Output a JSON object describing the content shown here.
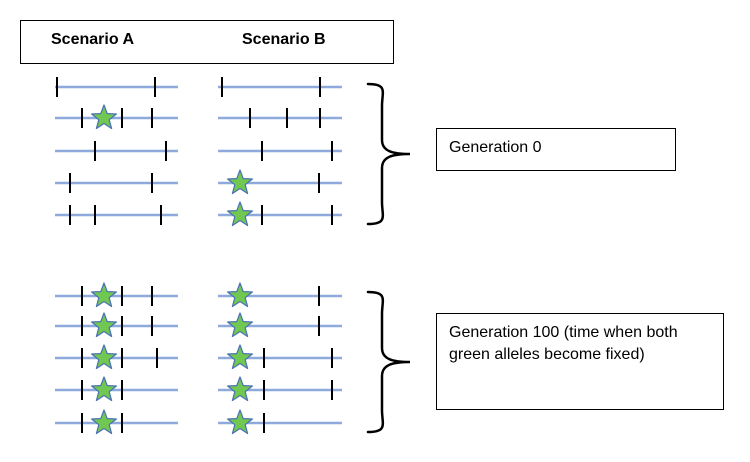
{
  "header": {
    "scenario_a": "Scenario A",
    "scenario_b": "Scenario B"
  },
  "groups": [
    {
      "label": "Generation 0",
      "scenario_a": [
        {
          "ticks": [
            57,
            155
          ],
          "stars": []
        },
        {
          "ticks": [
            82,
            122,
            152
          ],
          "stars": [
            104
          ]
        },
        {
          "ticks": [
            95,
            166
          ],
          "stars": []
        },
        {
          "ticks": [
            70,
            152
          ],
          "stars": []
        },
        {
          "ticks": [
            70,
            95,
            161
          ],
          "stars": []
        }
      ],
      "scenario_b": [
        {
          "ticks": [
            222,
            320
          ],
          "stars": []
        },
        {
          "ticks": [
            250,
            287,
            320
          ],
          "stars": []
        },
        {
          "ticks": [
            262,
            332
          ],
          "stars": []
        },
        {
          "ticks": [
            319
          ],
          "stars": [
            240
          ]
        },
        {
          "ticks": [
            262,
            332
          ],
          "stars": [
            240
          ]
        }
      ]
    },
    {
      "label": "Generation 100 (time when both green alleles become fixed)",
      "scenario_a": [
        {
          "ticks": [
            82,
            122,
            152
          ],
          "stars": [
            104
          ]
        },
        {
          "ticks": [
            82,
            122,
            152
          ],
          "stars": [
            104
          ]
        },
        {
          "ticks": [
            82,
            122,
            157
          ],
          "stars": [
            104
          ]
        },
        {
          "ticks": [
            82,
            122
          ],
          "stars": [
            104
          ]
        },
        {
          "ticks": [
            82,
            122
          ],
          "stars": [
            104
          ]
        }
      ],
      "scenario_b": [
        {
          "ticks": [
            319
          ],
          "stars": [
            240
          ]
        },
        {
          "ticks": [
            319
          ],
          "stars": [
            240
          ]
        },
        {
          "ticks": [
            264,
            332
          ],
          "stars": [
            240
          ]
        },
        {
          "ticks": [
            264,
            332
          ],
          "stars": [
            240
          ]
        },
        {
          "ticks": [
            264
          ],
          "stars": [
            240
          ]
        }
      ]
    }
  ],
  "colors": {
    "chromosome_line": "#8ea9db",
    "tick": "#000000",
    "star_fill": "#70c850",
    "star_stroke": "#4a6fb5"
  }
}
